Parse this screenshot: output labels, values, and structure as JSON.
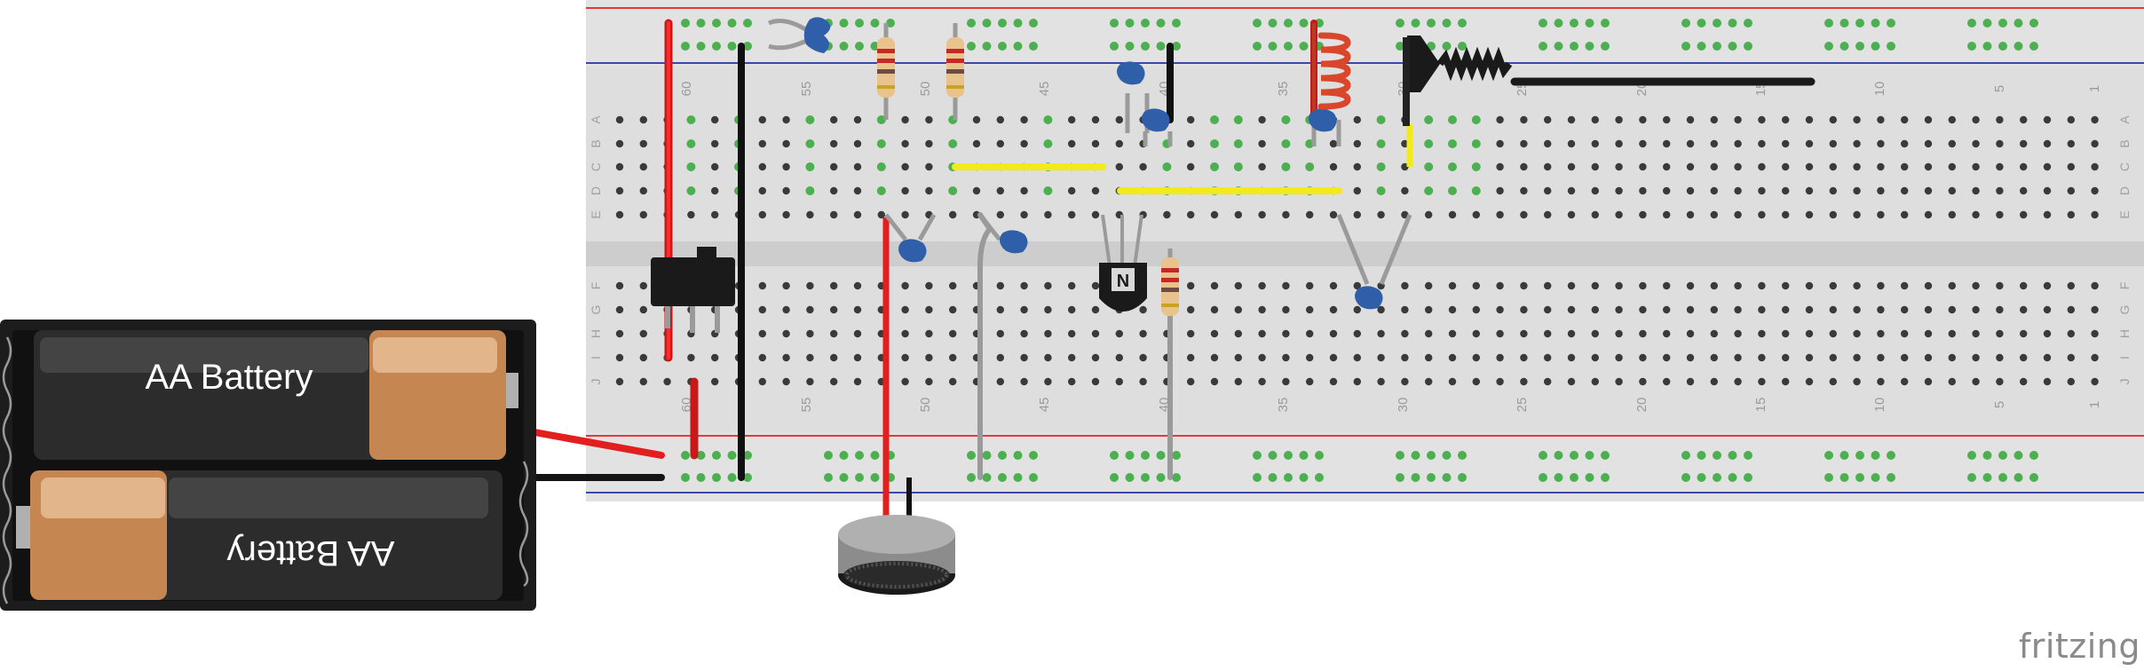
{
  "app": {
    "watermark": "fritzing"
  },
  "breadboard": {
    "columns_left_to_right": [
      "60",
      "55",
      "50",
      "45",
      "40",
      "35",
      "30",
      "25",
      "20",
      "15",
      "10",
      "5",
      "1"
    ],
    "rows_top": [
      "A",
      "B",
      "C",
      "D",
      "E"
    ],
    "rows_bottom": [
      "F",
      "G",
      "H",
      "I",
      "J"
    ],
    "colors": {
      "board": "#dcdcdc",
      "rail_red_line": "#e53935",
      "rail_blue_line": "#3949ab",
      "hole": "#3a3a3a",
      "hole_active": "#4caf50"
    }
  },
  "battery_pack": {
    "cells": [
      {
        "label": "AA Battery",
        "orientation": "normal"
      },
      {
        "label": "AA Battery",
        "orientation": "flipped"
      }
    ],
    "colors": {
      "body": "#1e1e1e",
      "cell": "#2e2e2e",
      "cap": "#c8884f"
    }
  },
  "components": [
    {
      "name": "slide-switch"
    },
    {
      "name": "transistor",
      "marking": "N"
    },
    {
      "name": "microphone"
    },
    {
      "name": "antenna"
    },
    {
      "name": "coil-inductor"
    },
    {
      "name": "resistor",
      "count": 3
    },
    {
      "name": "ceramic-capacitor",
      "count": 7
    }
  ],
  "wire_colors": {
    "red": "#e31e1e",
    "black": "#1a1a1a",
    "yellow": "#f2ea1b",
    "gray": "#9a9a9a"
  }
}
